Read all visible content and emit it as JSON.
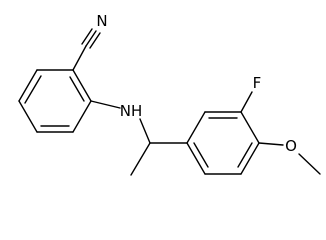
{
  "molecule": {
    "atom_labels": {
      "nitrile_n": "N",
      "amine_nh": "NH",
      "fluorine": "F",
      "methoxy_o": "O"
    }
  },
  "colors": {
    "background": "#ffffff",
    "bonds": "#000000",
    "labels": "#000000"
  }
}
